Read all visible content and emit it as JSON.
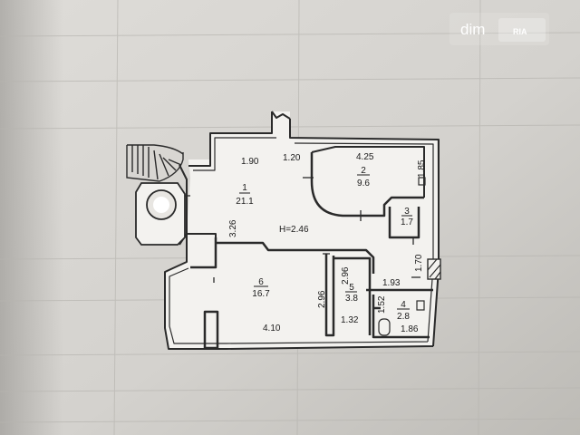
{
  "watermark": {
    "text": "dim",
    "sub": "RIA"
  },
  "plan": {
    "height_label": "H=2.46",
    "rooms": [
      {
        "number": "1",
        "area": "21.1"
      },
      {
        "number": "2",
        "area": "9.6"
      },
      {
        "number": "3",
        "area": "1.7"
      },
      {
        "number": "4",
        "area": "2.8"
      },
      {
        "number": "5",
        "area": "3.8"
      },
      {
        "number": "6",
        "area": "16.7"
      }
    ],
    "dimensions": [
      "1.90",
      "1.20",
      "4.25",
      "1.85",
      "3.26",
      "1.70",
      "2.96",
      "1.93",
      "1.52",
      "2.96",
      "4.10",
      "1.32",
      "1.86"
    ]
  }
}
